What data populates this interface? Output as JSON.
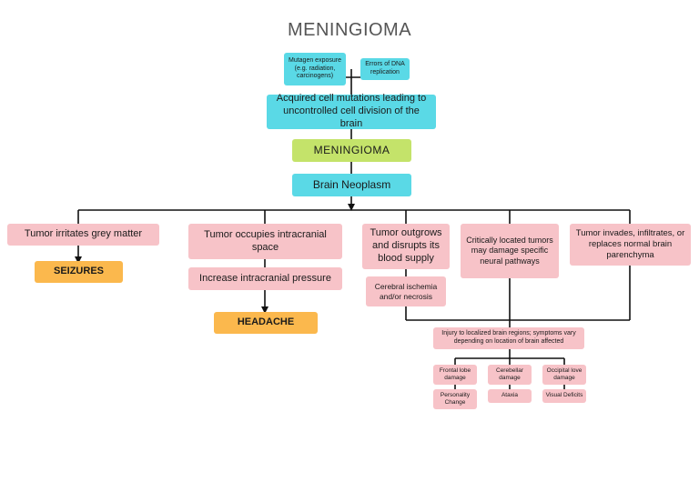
{
  "title": "MENINGIOMA",
  "nodes": {
    "mutagen": "Mutagen exposure (e.g. radiation, carcinogens)",
    "dna_errors": "Errors of DNA replication",
    "mutations": "Acquired cell mutations leading to uncontrolled cell division of the brain",
    "meningioma": "MENINGIOMA",
    "neoplasm": "Brain Neoplasm",
    "irritates": "Tumor irritates grey matter",
    "seizures": "SEIZURES",
    "occupies": "Tumor occupies intracranial space",
    "pressure": "Increase intracranial pressure",
    "headache": "HEADACHE",
    "outgrows": "Tumor outgrows and disrupts its blood supply",
    "ischemia": "Cerebral ischemia and/or necrosis",
    "pathways": "Critically located tumors may damage specific neural pathways",
    "invades": "Tumor invades, infiltrates, or replaces normal brain parenchyma",
    "injury": "Injury to localized brain regions; symptoms vary depending on location of brain affected",
    "frontal": "Frontal lobe damage",
    "cerebellar": "Cerebellar damage",
    "occipital": "Occipital love damage",
    "personality": "Personality Change",
    "ataxia": "Ataxia",
    "visual": "Visual Deficits"
  },
  "colors": {
    "cause": "#5ad9e6",
    "diagnosis": "#c4e36a",
    "mechanism": "#f7c3c8",
    "symptom": "#fbb84d"
  }
}
